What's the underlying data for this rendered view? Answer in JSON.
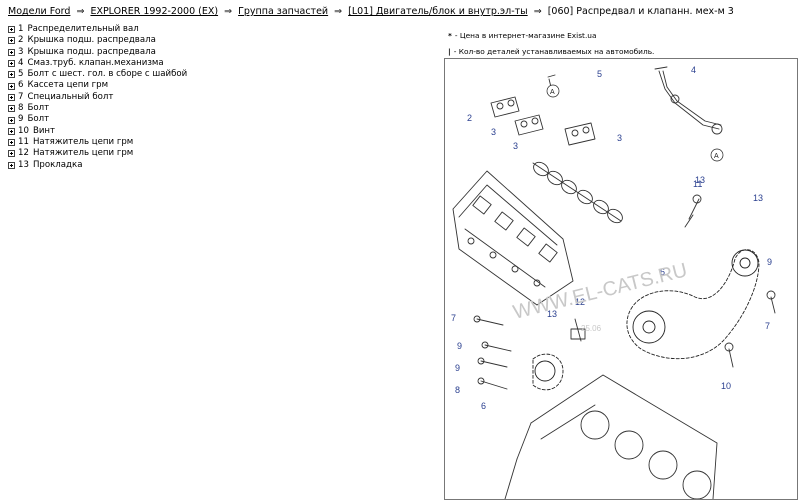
{
  "breadcrumb": {
    "items": [
      {
        "label": "Модели Ford",
        "link": true
      },
      {
        "label": "EXPLORER 1992-2000 (EX)",
        "link": true
      },
      {
        "label": "Группа запчастей",
        "link": true
      },
      {
        "label": "[L01] Двигатель/блок и внутр.эл-ты",
        "link": true
      },
      {
        "label": "[060] Распредвал и клапанн. мех-м 3",
        "link": false
      }
    ],
    "separator": "⇒"
  },
  "parts": [
    {
      "num": "1",
      "name": "Распределительный вал"
    },
    {
      "num": "2",
      "name": "Крышка подш. распредвала"
    },
    {
      "num": "3",
      "name": "Крышка подш. распредвала"
    },
    {
      "num": "4",
      "name": "Смаз.труб. клапан.механизма"
    },
    {
      "num": "5",
      "name": "Болт с шест. гол. в сборе с шайбой"
    },
    {
      "num": "6",
      "name": "Кассета цепи грм"
    },
    {
      "num": "7",
      "name": "Специальный болт"
    },
    {
      "num": "8",
      "name": "Болт"
    },
    {
      "num": "9",
      "name": "Болт"
    },
    {
      "num": "10",
      "name": "Винт"
    },
    {
      "num": "11",
      "name": "Натяжитель цепи грм"
    },
    {
      "num": "12",
      "name": "Натяжитель цепи грм"
    },
    {
      "num": "13",
      "name": "Прокладка"
    }
  ],
  "legend": {
    "price_mark": "*",
    "price_text": "- Цена в интернет-магазине Exist.ua",
    "qty_mark": "|",
    "qty_text": "- Кол-во деталей устанавливаемых на автомобиль."
  },
  "diagram": {
    "callouts": [
      "5",
      "4",
      "2",
      "3",
      "3",
      "3",
      "A",
      "A",
      "11",
      "13",
      "6",
      "9",
      "7",
      "12",
      "13",
      "7",
      "9",
      "9",
      "8",
      "10",
      "6"
    ],
    "watermark": "WWW.EL-CATS.RU",
    "watermark_date": "25.06"
  }
}
